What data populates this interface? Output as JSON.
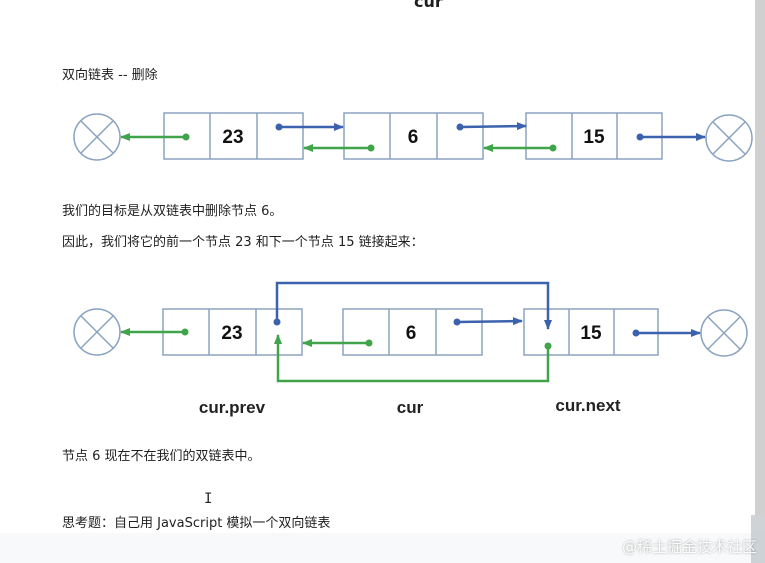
{
  "top_label": "cur",
  "section_title": "双向链表 -- 删除",
  "paragraph_1": "我们的目标是从双链表中删除节点 6。",
  "paragraph_2": "因此，我们将它的前一个节点 23 和下一个节点 15 链接起来：",
  "paragraph_3": "节点 6 现在不在我们的双链表中。",
  "paragraph_4": "思考题：自己用 JavaScript 模拟一个双向链表",
  "diagram_1": {
    "nodes": [
      {
        "value": "23"
      },
      {
        "value": "6"
      },
      {
        "value": "15"
      }
    ]
  },
  "diagram_2": {
    "nodes": [
      {
        "value": "23"
      },
      {
        "value": "6"
      },
      {
        "value": "15"
      }
    ],
    "captions": {
      "prev": "cur.prev",
      "cur": "cur",
      "next": "cur.next"
    }
  },
  "watermark": "@稀土掘金技术社区",
  "colors": {
    "forward": "#3b62ac",
    "backward": "#3fa44a",
    "null_stroke": "#8aa3c0",
    "node_border": "#8aa3c0"
  }
}
